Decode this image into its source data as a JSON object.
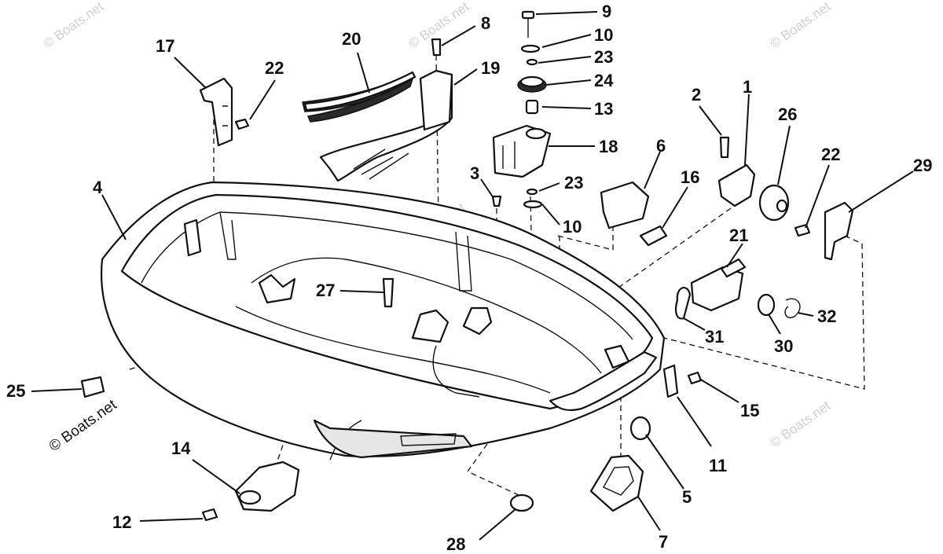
{
  "watermark": "© Boats.net",
  "callouts": [
    {
      "id": "c17",
      "label": "17"
    },
    {
      "id": "c22a",
      "label": "22"
    },
    {
      "id": "c20",
      "label": "20"
    },
    {
      "id": "c8",
      "label": "8"
    },
    {
      "id": "c9",
      "label": "9"
    },
    {
      "id": "c10a",
      "label": "10"
    },
    {
      "id": "c23a",
      "label": "23"
    },
    {
      "id": "c24",
      "label": "24"
    },
    {
      "id": "c13",
      "label": "13"
    },
    {
      "id": "c19",
      "label": "19"
    },
    {
      "id": "c18",
      "label": "18"
    },
    {
      "id": "c2",
      "label": "2"
    },
    {
      "id": "c1",
      "label": "1"
    },
    {
      "id": "c26",
      "label": "26"
    },
    {
      "id": "c22b",
      "label": "22"
    },
    {
      "id": "c29",
      "label": "29"
    },
    {
      "id": "c4",
      "label": "4"
    },
    {
      "id": "c3",
      "label": "3"
    },
    {
      "id": "c23b",
      "label": "23"
    },
    {
      "id": "c10b",
      "label": "10"
    },
    {
      "id": "c6",
      "label": "6"
    },
    {
      "id": "c16",
      "label": "16"
    },
    {
      "id": "c21",
      "label": "21"
    },
    {
      "id": "c27",
      "label": "27"
    },
    {
      "id": "c32",
      "label": "32"
    },
    {
      "id": "c31",
      "label": "31"
    },
    {
      "id": "c30",
      "label": "30"
    },
    {
      "id": "c25",
      "label": "25"
    },
    {
      "id": "c15",
      "label": "15"
    },
    {
      "id": "c11",
      "label": "11"
    },
    {
      "id": "c14",
      "label": "14"
    },
    {
      "id": "c5",
      "label": "5"
    },
    {
      "id": "c12",
      "label": "12"
    },
    {
      "id": "c28",
      "label": "28"
    },
    {
      "id": "c7",
      "label": "7"
    }
  ]
}
